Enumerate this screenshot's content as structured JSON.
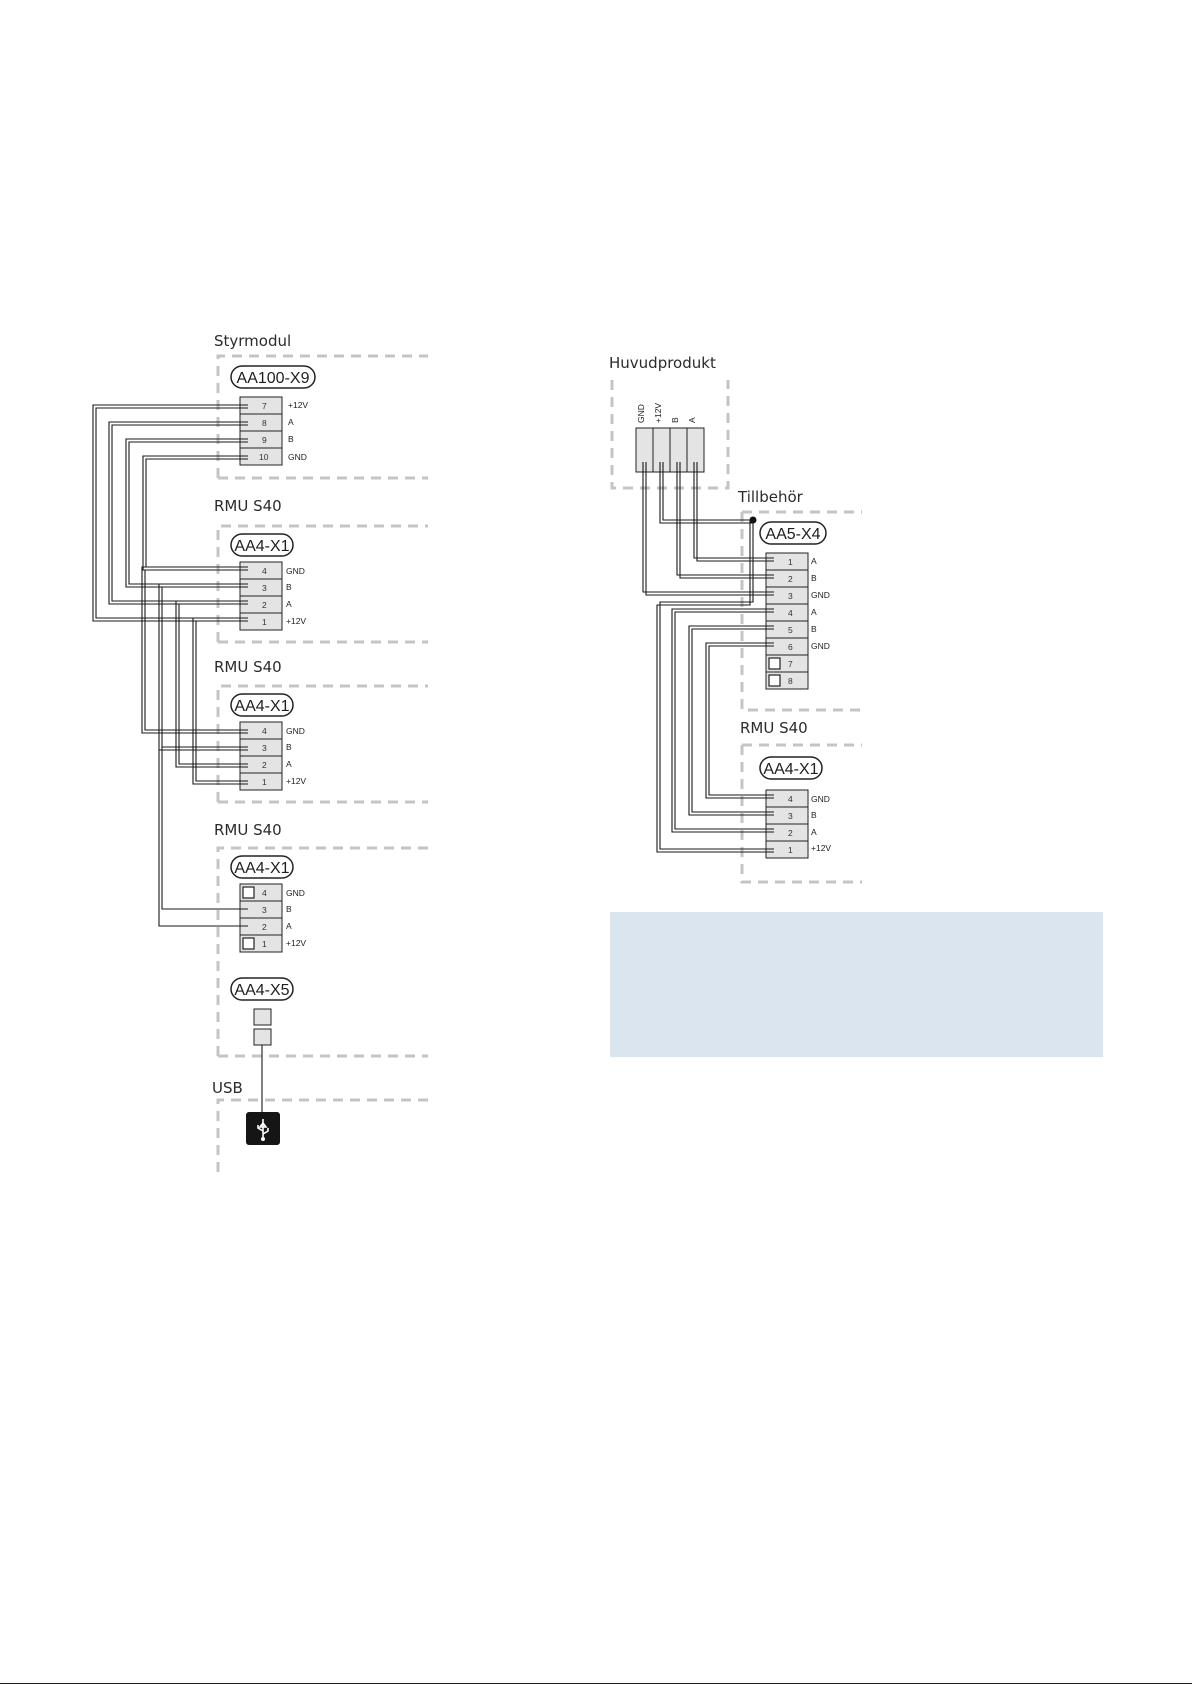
{
  "left": {
    "styrmodul": {
      "title": "Styrmodul",
      "tag": "AA100-X9",
      "pins": [
        {
          "num": "7",
          "sig": "+12V"
        },
        {
          "num": "8",
          "sig": "A"
        },
        {
          "num": "9",
          "sig": "B"
        },
        {
          "num": "10",
          "sig": "GND"
        }
      ]
    },
    "rmu1": {
      "title": "RMU S40",
      "tag": "AA4-X1",
      "pins": [
        {
          "num": "4",
          "sig": "GND"
        },
        {
          "num": "3",
          "sig": "B"
        },
        {
          "num": "2",
          "sig": "A"
        },
        {
          "num": "1",
          "sig": "+12V"
        }
      ]
    },
    "rmu2": {
      "title": "RMU S40",
      "tag": "AA4-X1",
      "pins": [
        {
          "num": "4",
          "sig": "GND"
        },
        {
          "num": "3",
          "sig": "B"
        },
        {
          "num": "2",
          "sig": "A"
        },
        {
          "num": "1",
          "sig": "+12V"
        }
      ]
    },
    "rmu3": {
      "title": "RMU S40",
      "tag": "AA4-X1",
      "pins": [
        {
          "num": "4",
          "sig": "GND"
        },
        {
          "num": "3",
          "sig": "B"
        },
        {
          "num": "2",
          "sig": "A"
        },
        {
          "num": "1",
          "sig": "+12V"
        }
      ],
      "usb_tag": "AA4-X5"
    },
    "usb": {
      "title": "USB",
      "icon": "usb-icon"
    }
  },
  "right": {
    "huvudprodukt": {
      "title": "Huvudprodukt",
      "pins": [
        "GND",
        "+12V",
        "B",
        "A"
      ]
    },
    "tillbehor": {
      "title": "Tillbehör",
      "tag": "AA5-X4",
      "pins": [
        {
          "num": "1",
          "sig": "A"
        },
        {
          "num": "2",
          "sig": "B"
        },
        {
          "num": "3",
          "sig": "GND"
        },
        {
          "num": "4",
          "sig": "A"
        },
        {
          "num": "5",
          "sig": "B"
        },
        {
          "num": "6",
          "sig": "GND"
        },
        {
          "num": "7",
          "sig": ""
        },
        {
          "num": "8",
          "sig": ""
        }
      ]
    },
    "rmu": {
      "title": "RMU S40",
      "tag": "AA4-X1",
      "pins": [
        {
          "num": "4",
          "sig": "GND"
        },
        {
          "num": "3",
          "sig": "B"
        },
        {
          "num": "2",
          "sig": "A"
        },
        {
          "num": "1",
          "sig": "+12V"
        }
      ]
    }
  },
  "colors": {
    "dashed_border": "#c4c4c4",
    "note_background": "#dbe5ef",
    "wire": "#1a1a1a"
  }
}
